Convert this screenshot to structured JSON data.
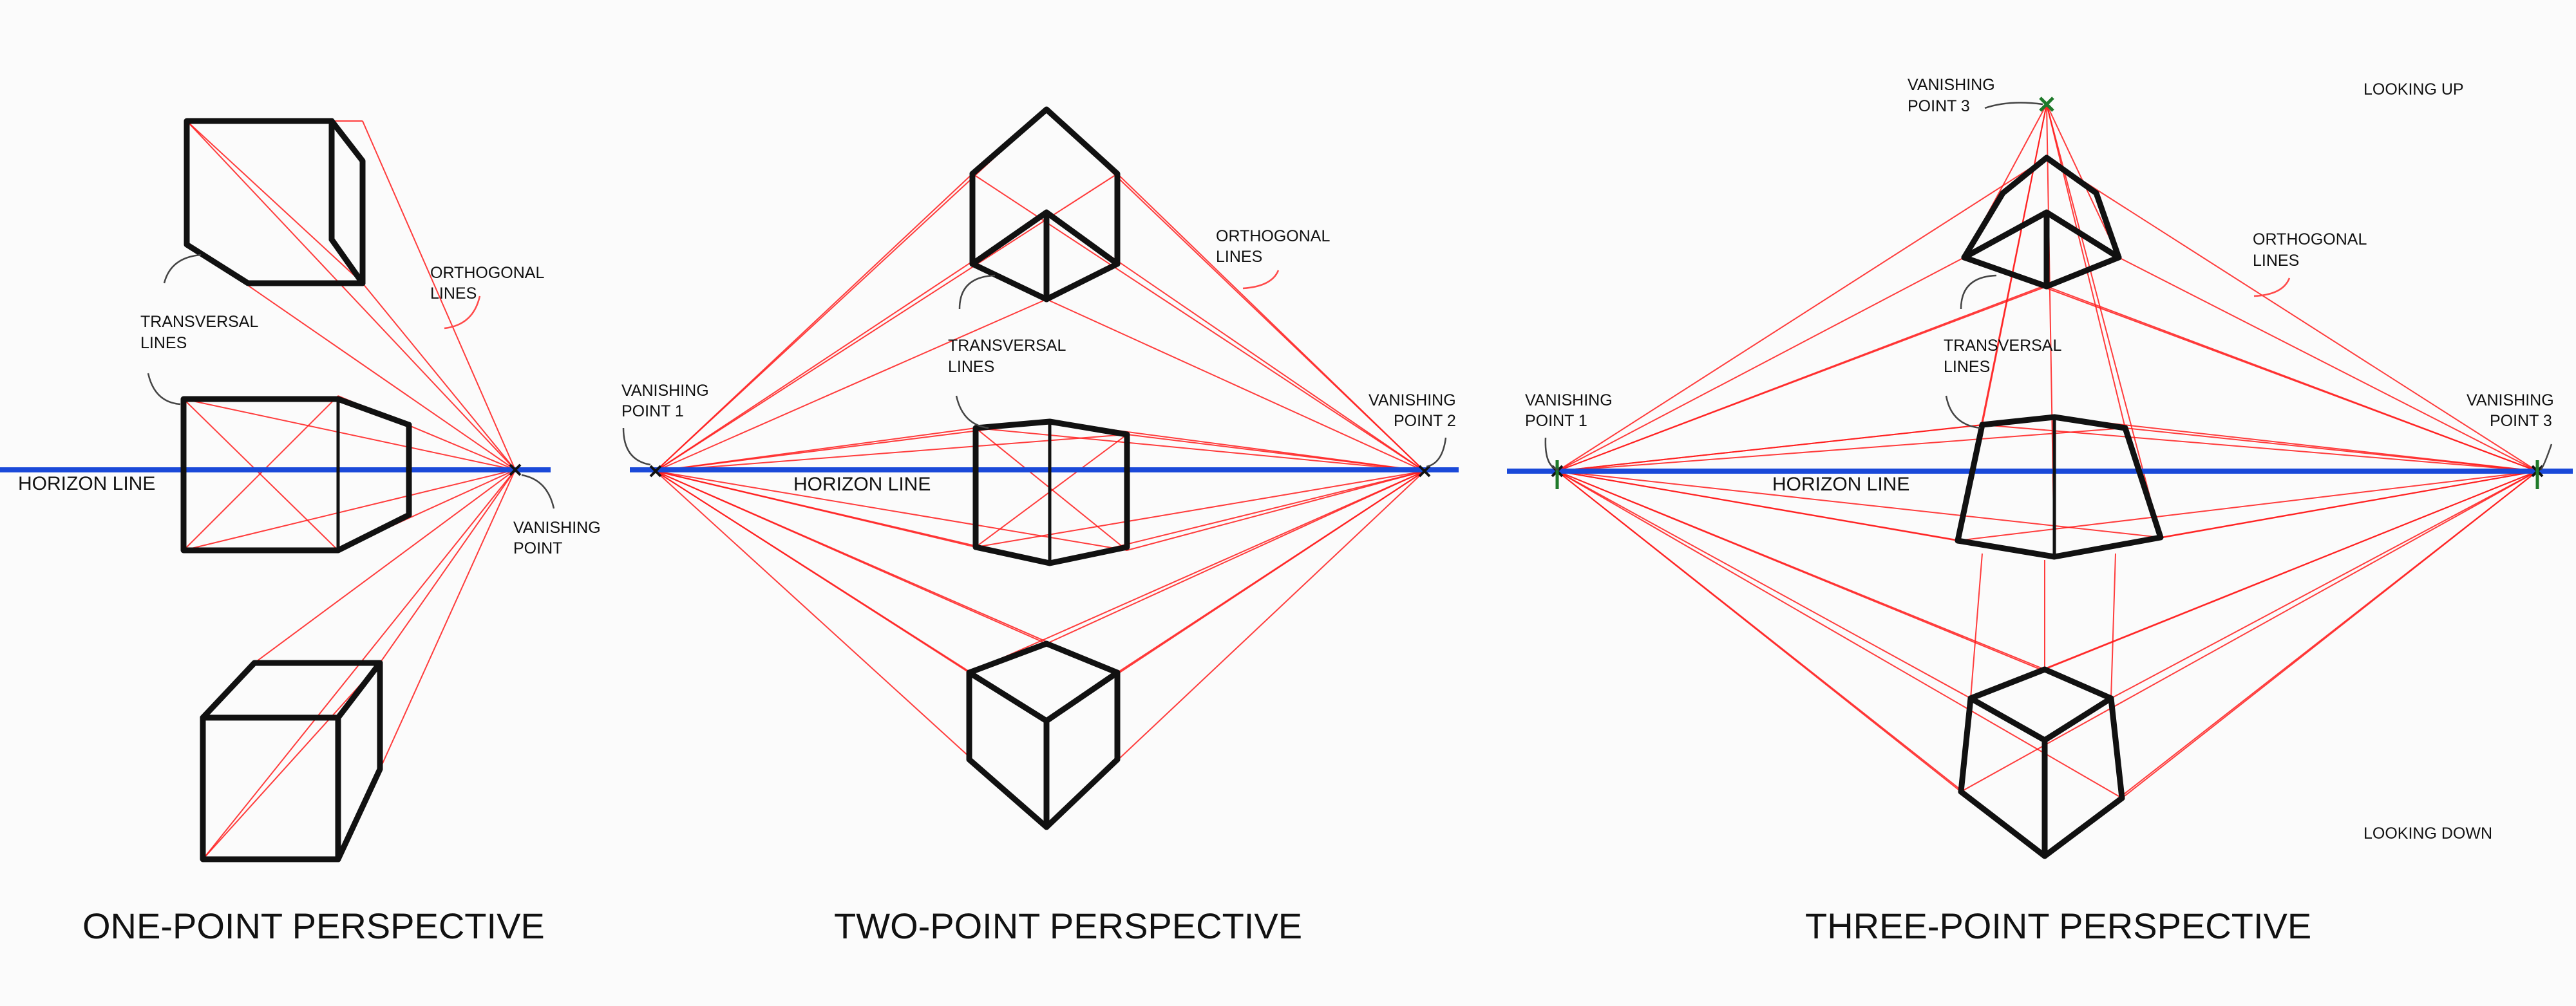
{
  "colors": {
    "background": "#fbfbfb",
    "horizon": "#1a49d9",
    "rays": "#ff1a1a",
    "edges": "#111111",
    "vanishing_marker_green": "#1f7a2a"
  },
  "panels": {
    "one_point": {
      "title": "ONE-POINT PERSPECTIVE",
      "horizon_label": "HORIZON LINE",
      "orthogonal_label_1": "ORTHOGONAL",
      "orthogonal_label_2": "LINES",
      "transversal_label_1": "TRANSVERSAL",
      "transversal_label_2": "LINES",
      "vp_label_1": "VANISHING",
      "vp_label_2": "POINT"
    },
    "two_point": {
      "title": "TWO-POINT PERSPECTIVE",
      "horizon_label": "HORIZON LINE",
      "orthogonal_label_1": "ORTHOGONAL",
      "orthogonal_label_2": "LINES",
      "transversal_label_1": "TRANSVERSAL",
      "transversal_label_2": "LINES",
      "vp1_label_1": "VANISHING",
      "vp1_label_2": "POINT 1",
      "vp2_label_1": "VANISHING",
      "vp2_label_2": "POINT 2"
    },
    "three_point": {
      "title": "THREE-POINT PERSPECTIVE",
      "horizon_label": "HORIZON LINE",
      "orthogonal_label_1": "ORTHOGONAL",
      "orthogonal_label_2": "LINES",
      "transversal_label_1": "TRANSVERSAL",
      "transversal_label_2": "LINES",
      "vp1_label_1": "VANISHING",
      "vp1_label_2": "POINT 1",
      "vp3_label_1": "VANISHING",
      "vp3_label_2": "POINT 3",
      "vp3_top_label_1": "VANISHING",
      "vp3_top_label_2": "POINT 3",
      "looking_up": "LOOKING UP",
      "looking_down": "LOOKING DOWN"
    }
  }
}
